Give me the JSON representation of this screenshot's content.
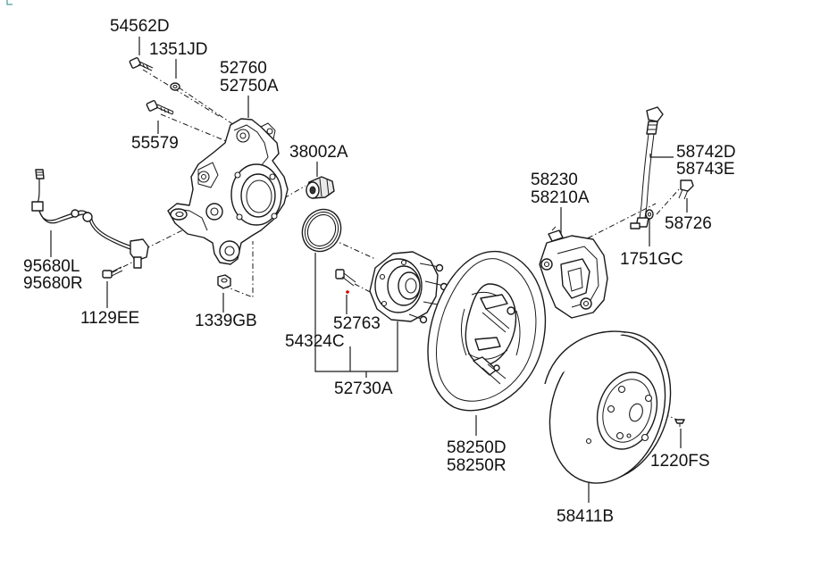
{
  "diagram": {
    "title": "",
    "parts": [
      {
        "key": "p54562D",
        "label": "54562D"
      },
      {
        "key": "p1351JD",
        "label": "1351JD"
      },
      {
        "key": "p52760",
        "label": "52760"
      },
      {
        "key": "p52750A",
        "label": "52750A"
      },
      {
        "key": "p55579",
        "label": "55579"
      },
      {
        "key": "p38002A",
        "label": "38002A"
      },
      {
        "key": "p95680L",
        "label": "95680L"
      },
      {
        "key": "p95680R",
        "label": "95680R"
      },
      {
        "key": "p1129EE",
        "label": "1129EE"
      },
      {
        "key": "p1339GB",
        "label": "1339GB"
      },
      {
        "key": "p52763",
        "label": "52763"
      },
      {
        "key": "p54324C",
        "label": "54324C"
      },
      {
        "key": "p52730A",
        "label": "52730A"
      },
      {
        "key": "p58230",
        "label": "58230"
      },
      {
        "key": "p58210A",
        "label": "58210A"
      },
      {
        "key": "p58742D",
        "label": "58742D"
      },
      {
        "key": "p58743E",
        "label": "58743E"
      },
      {
        "key": "p58726",
        "label": "58726"
      },
      {
        "key": "p1751GC",
        "label": "1751GC"
      },
      {
        "key": "p58250D",
        "label": "58250D"
      },
      {
        "key": "p58250R",
        "label": "58250R"
      },
      {
        "key": "p1220FS",
        "label": "1220FS"
      },
      {
        "key": "p58411B",
        "label": "58411B"
      }
    ]
  },
  "colors": {
    "line": "#1a1a1a",
    "background": "#ffffff",
    "highlight_pin": "#cc0000"
  }
}
